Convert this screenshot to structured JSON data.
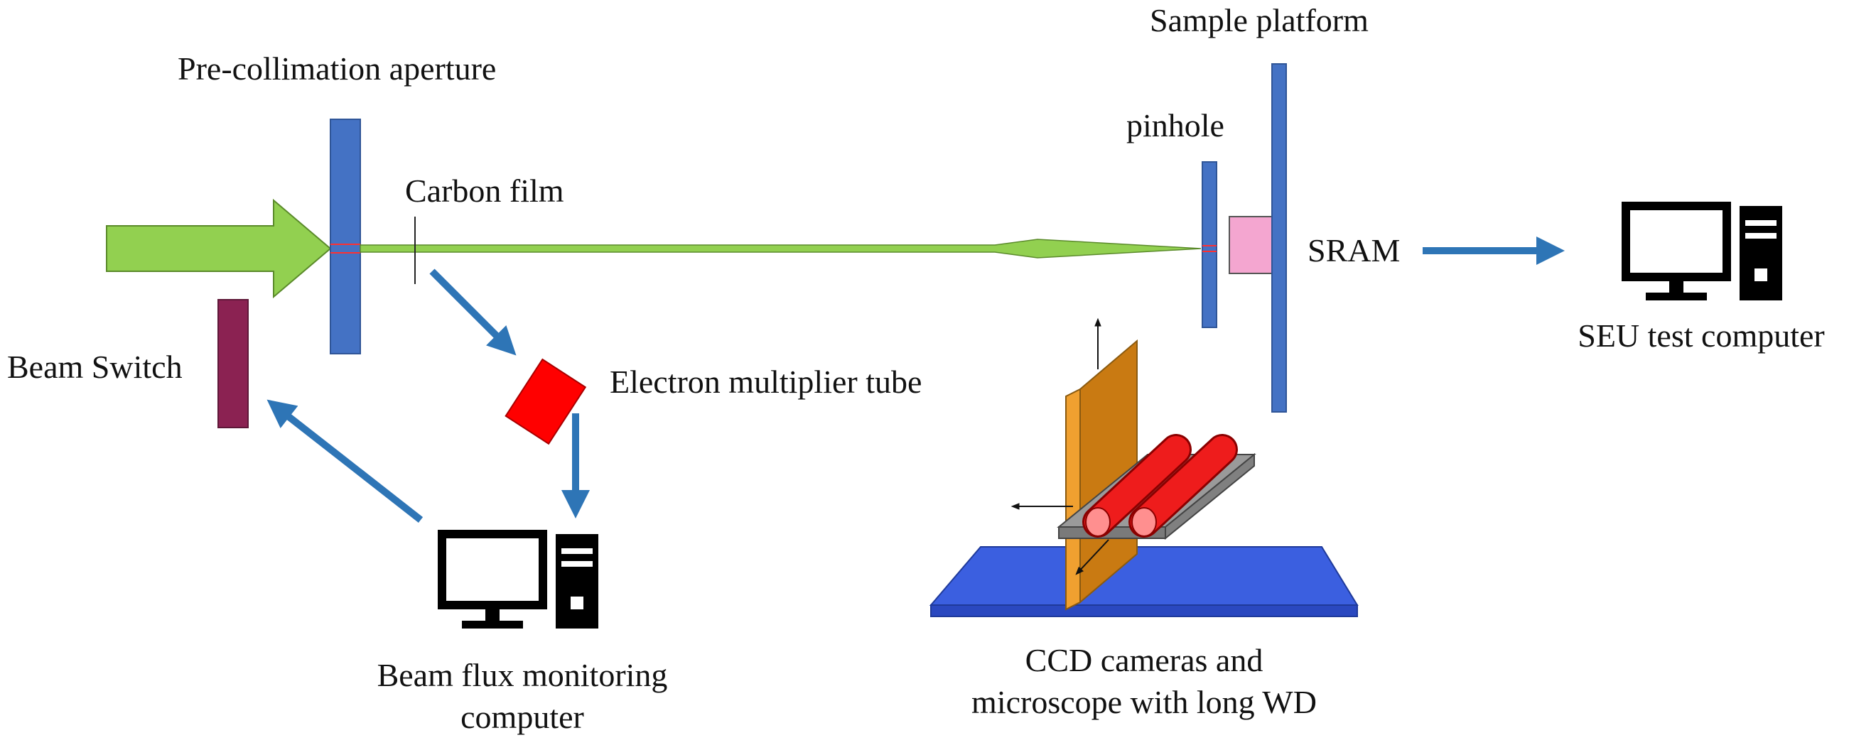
{
  "labels": {
    "pre_collimation": "Pre-collimation aperture",
    "carbon_film": "Carbon film",
    "beam_switch": "Beam Switch",
    "electron_multiplier": "Electron multiplier tube",
    "beam_flux_line1": "Beam flux monitoring",
    "beam_flux_line2": "computer",
    "pinhole": "pinhole",
    "sample_platform": "Sample platform",
    "sram": "SRAM",
    "seu_test": "SEU test computer",
    "ccd_line1": "CCD cameras and",
    "ccd_line2": "microscope with long WD"
  },
  "colors": {
    "beam": "#92d050",
    "aperture": "#4472c4",
    "flow_arrow": "#2e75b6",
    "beam_switch": "#8b2252",
    "multiplier": "#ff0000",
    "sram_chip": "#f4a6d0",
    "stage_plate": "#e8971a",
    "table": "#3b5fe0",
    "camera_tray": "#999999"
  },
  "icons": [
    "computer-monitor-icon",
    "computer-tower-icon"
  ]
}
